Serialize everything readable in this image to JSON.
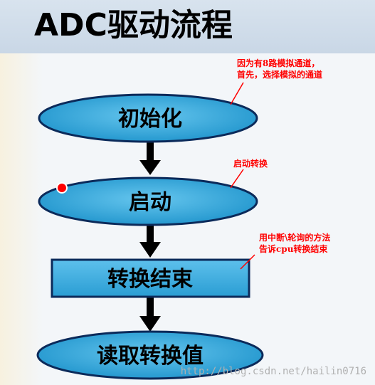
{
  "title": "ADC驱动流程",
  "nodes": [
    {
      "id": "init",
      "label": "初始化",
      "shape": "ellipse"
    },
    {
      "id": "start",
      "label": "启动",
      "shape": "ellipse"
    },
    {
      "id": "end",
      "label": "转换结束",
      "shape": "rectangle"
    },
    {
      "id": "read",
      "label": "读取转换值",
      "shape": "ellipse"
    }
  ],
  "annotations": [
    {
      "target": "init",
      "lines": [
        "因为有8路模拟通道，",
        "首先，选择模拟的通道"
      ]
    },
    {
      "target": "start",
      "lines": [
        "启动转换"
      ]
    },
    {
      "target": "end",
      "lines": [
        "用中断\\轮询的方法",
        "告诉cpu转换结束"
      ]
    }
  ],
  "watermark": "http://blog.csdn.net/hailin0716",
  "colors": {
    "node_fill": "#33a7d9",
    "node_stroke": "#0b2a5a",
    "arrow": "#000000",
    "annotation": "#ff0000",
    "marker": "#ff0000"
  }
}
